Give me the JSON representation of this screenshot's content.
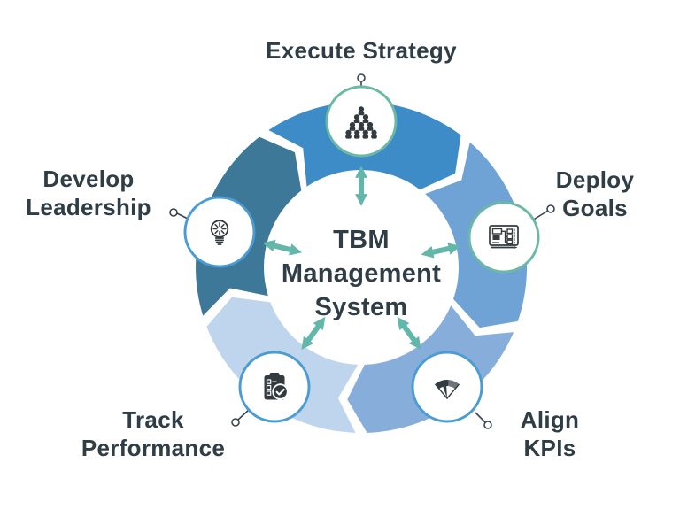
{
  "diagram_title": "TBM Management System",
  "center": {
    "line1": "TBM",
    "line2": "Management",
    "line3": "System"
  },
  "steps": [
    {
      "id": "execute-strategy",
      "label_line1": "Execute Strategy",
      "label_line2": "",
      "icon": "org-chart-icon"
    },
    {
      "id": "deploy-goals",
      "label_line1": "Deploy",
      "label_line2": "Goals",
      "icon": "plan-document-icon"
    },
    {
      "id": "align-kpis",
      "label_line1": "Align",
      "label_line2": "KPIs",
      "icon": "gauge-icon"
    },
    {
      "id": "track-performance",
      "label_line1": "Track",
      "label_line2": "Performance",
      "icon": "checklist-clipboard-icon"
    },
    {
      "id": "develop-leadership",
      "label_line1": "Develop",
      "label_line2": "Leadership",
      "icon": "lightbulb-icon"
    }
  ],
  "colors": {
    "background": "#FFFFFF",
    "text": "#2E3D46",
    "ring_execute": "#3E8CC7",
    "ring_deploy": "#6FA3D5",
    "ring_align": "#87AEDB",
    "ring_track": "#BFD5ED",
    "ring_develop": "#3E7899",
    "teal_arrow": "#62B7AA",
    "circle_border_teal": "#6CB9A3",
    "circle_border_blue": "#4C9CD4",
    "icon_dark": "#333B41",
    "icon_gray": "#6E7478",
    "callout": "#3A444C"
  }
}
